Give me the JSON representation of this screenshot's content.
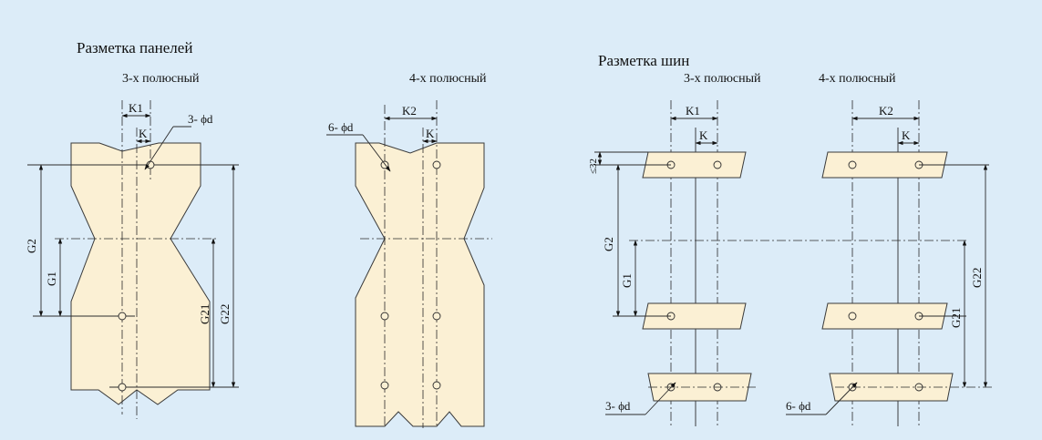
{
  "panels": {
    "title": "Разметка панелей",
    "three_pole": "3-х полюсный",
    "four_pole": "4-х полюсный",
    "labels": {
      "k1": "K1",
      "k": "K",
      "k2": "K2",
      "g1": "G1",
      "g2": "G2",
      "g21": "G21",
      "g22": "G22",
      "holes3": "3- ϕd",
      "holes6": "6- ϕd"
    }
  },
  "busbars": {
    "title": "Разметка шин",
    "three_pole": "3-х полюсный",
    "four_pole": "4-х полюсный",
    "labels": {
      "k1": "K1",
      "k": "K",
      "k2": "K2",
      "g1": "G1",
      "g2": "G2",
      "g21": "G21",
      "g22": "G22",
      "max32": "≤32",
      "holes3": "3- ϕd",
      "holes6": "6- ϕd"
    }
  },
  "colors": {
    "background": "#dcecf8",
    "fill": "#fbf0d4",
    "line": "#2b2b2b"
  }
}
